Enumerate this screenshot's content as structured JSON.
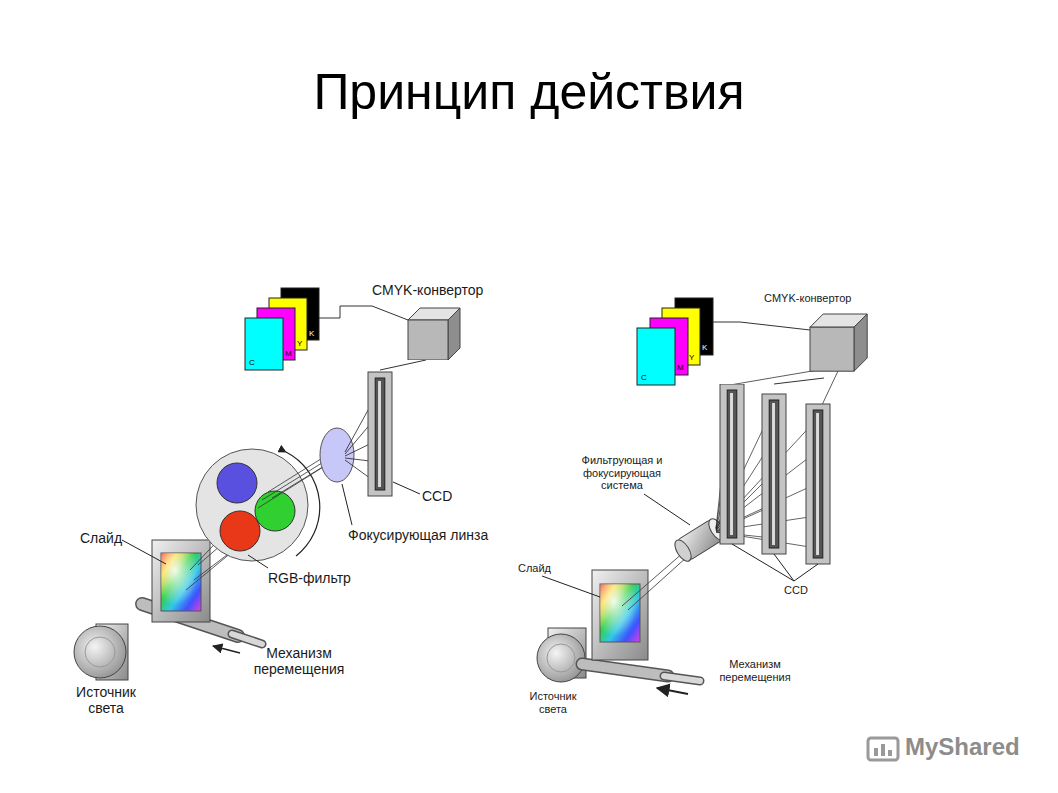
{
  "diagram": {
    "title": "Принцип действия",
    "nodes": [
      {
        "text": [
          "CMYK-конвертор"
        ]
      },
      {
        "text": [
          "CCD"
        ]
      },
      {
        "text": [
          "CMYK-конвертор"
        ]
      },
      {
        "text": [
          "CCD"
        ]
      }
    ],
    "edges": [
      {
        "from": 1,
        "to": 0,
        "arrow": "none"
      },
      {
        "from": 3,
        "to": 2,
        "arrow": "none"
      }
    ],
    "labels": [
      "Фокусирующая линза",
      "RGB-фильтр",
      "Слайд",
      "Механизм перемещения",
      "Источник света",
      "C",
      "M",
      "Y",
      "K",
      "Фильтрующая и фокусирующая система",
      "Слайд",
      "Механизм перемещения",
      "Источник света",
      "C",
      "M",
      "Y",
      "K",
      "MyShared"
    ]
  }
}
